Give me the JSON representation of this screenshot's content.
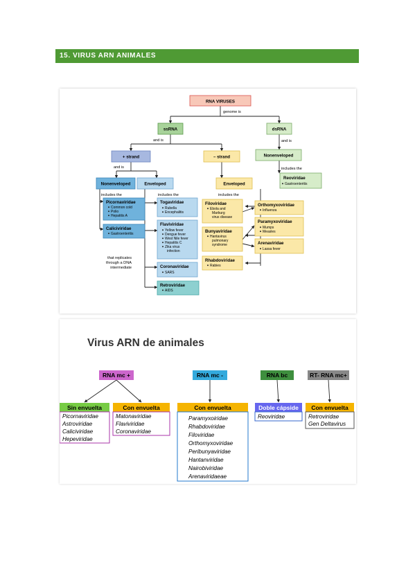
{
  "banner": {
    "title": "15. VIRUS ARN ANIMALES"
  },
  "figure1": {
    "root": "RNA VIRUSES",
    "genome_is": "genome is",
    "ssrna": "ssRNA",
    "dsrna": "dsRNA",
    "and_is_1": "and is",
    "and_is_2": "and is",
    "and_is_3": "and is",
    "plus_strand": "+ strand",
    "minus_strand": "– strand",
    "nonenveloped_ds": "Nonenveloped",
    "includes_the_ds": "includes the",
    "reoviridae": {
      "name": "Reoviridae",
      "items": [
        "Gastroenteritis"
      ]
    },
    "nonenveloped_plus": "Nonenveloped",
    "enveloped_plus": "Enveloped",
    "enveloped_minus": "Enveloped",
    "includes_the_a": "includes the",
    "includes_the_b": "includes the",
    "includes_the_c": "includes the",
    "picornaviridae": {
      "name": "Picornaviridae",
      "items": [
        "Common cold",
        "Polio",
        "Hepatitis A"
      ]
    },
    "caliciviridae": {
      "name": "Caliciviridae",
      "items": [
        "Gastroenteritis"
      ]
    },
    "togaviridae": {
      "name": "Togaviridae",
      "items": [
        "Rubella",
        "Encephalitis"
      ]
    },
    "flaviviridae": {
      "name": "Flaviviridae",
      "items": [
        "Yellow fever",
        "Dengue fever",
        "West Nile fever",
        "Hepatitis C",
        "Zika virus",
        "infection"
      ]
    },
    "coronaviridae": {
      "name": "Coronaviridae",
      "items": [
        "SARS"
      ]
    },
    "retroviridae": {
      "name": "Retroviridae",
      "items": [
        "AIDS"
      ]
    },
    "replicates_note": [
      "that replicates",
      "through a DNA",
      "intermediate"
    ],
    "filoviridae": {
      "name": "Filoviridae",
      "items": [
        "Ebola and",
        "Marburg",
        "virus disease"
      ]
    },
    "bunyaviridae": {
      "name": "Bunyaviridae",
      "items": [
        "Hantavirus",
        "pulmonary",
        "syndrome"
      ]
    },
    "rhabdoviridae": {
      "name": "Rhabdoviridae",
      "items": [
        "Rabies"
      ]
    },
    "orthomyxoviridae": {
      "name": "Orthomyxoviridae",
      "items": [
        "Influenza"
      ]
    },
    "paramyxoviridae": {
      "name": "Paramyxoviridae",
      "items": [
        "Mumps",
        "Measles"
      ]
    },
    "arenaviridae": {
      "name": "Arenaviridae",
      "items": [
        "Lassa fever"
      ]
    }
  },
  "figure2": {
    "title": "Virus ARN de animales",
    "groups": [
      {
        "label": "RNA mc +",
        "color": "#cc66cc"
      },
      {
        "label": "RNA mc -",
        "color": "#33aadd"
      },
      {
        "label": "RNA bc",
        "color": "#3e8f3e"
      },
      {
        "label": "RT- RNA mc+",
        "color": "#888888"
      }
    ],
    "boxes": [
      {
        "header": "Sin envuelta",
        "header_color": "#77cc44",
        "border": "#aa33aa",
        "items": [
          "Picornaviridae",
          "Astroviridae",
          "Caliciviridae",
          "Hepeviridae"
        ]
      },
      {
        "header": "Con envuelta",
        "header_color": "#f5b400",
        "border": "#aa33aa",
        "items": [
          "Matonaviridae",
          "Flaviviridae",
          "Coronaviridae"
        ]
      },
      {
        "header": "Con envuelta",
        "header_color": "#f5b400",
        "border": "#2277cc",
        "items": [
          "Paramyxoiridae",
          "Rhabdoviridae",
          "Filoviridae",
          "Orthomyxoviridae",
          "Peribunyaviridae",
          "Hantanviridae",
          "Nairobiviridae",
          "Arenaviridaeae"
        ]
      },
      {
        "header": "Doble cápside",
        "header_color": "#6666ee",
        "border": "#3366cc",
        "items": [
          "Reoviridae"
        ]
      },
      {
        "header": "Con envuelta",
        "header_color": "#f5b400",
        "border": "#555555",
        "items": [
          "Retroviridae",
          "Gen Deltavirus"
        ]
      }
    ]
  }
}
